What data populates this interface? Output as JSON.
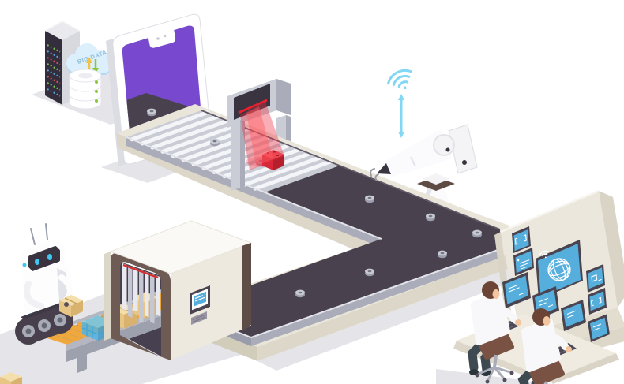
{
  "scene": {
    "title": "Automated smart warehouse isometric illustration",
    "cloud_label": "BIG DATA"
  },
  "colors": {
    "background": "#ffffff",
    "shadow": "#e4e4e9",
    "phone_body": "#ffffff",
    "phone_edge": "#dcdce3",
    "screen_purple": "#7849ce",
    "belt_dark": "#49414e",
    "belt_edge": "#625a68",
    "metal_light": "#cacdd6",
    "metal_mid": "#aaadb9",
    "metal_dark": "#999caa",
    "rail_bright": "#e2e4ea",
    "roller_bed": "#c9cbd5",
    "roller_stripe": "#f4f5f8",
    "plinth_top": "#e9e5d9",
    "plinth_side": "#dcd7c8",
    "plinth_front": "#d2ccbb",
    "nut_top": "#c8cbd4",
    "nut_side": "#9b9eac",
    "nut_hole": "#757886",
    "laser_red": "#e3202e",
    "laser_beam": "rgba(235,45,60,0.38)",
    "laser_core": "rgba(255,90,100,0.45)",
    "box_red_top": "#f05560",
    "box_red_front": "#d62839",
    "box_red_side": "#b51e2b",
    "arm_white": "#fbfbfd",
    "arm_shade": "#e2e3ea",
    "arm_tip": "#3a3340",
    "base_brown": "#5e4b44",
    "plate_white": "#f4f4f6",
    "wifi_blue": "#82d7f4",
    "cloud_light": "#dceffc",
    "cloud_shade": "#afd9f2",
    "cloud_text": "#8fbedc",
    "server_dark": "#342d3c",
    "server_light": "#e9e9ee",
    "server_side": "#d8d8df",
    "led_green": "#7dc855",
    "led_blue": "#55a8e0",
    "led_red": "#e05555",
    "db_white": "#ffffff",
    "db_line": "#e4e4ec",
    "dot_green": "#8cc63f",
    "arrow_yellow": "#f2c245",
    "tunnel_body": "#ede9df",
    "tunnel_roof": "#faf9f5",
    "arch_brown": "#6e5b54",
    "arch_brown_dark": "#5e4d46",
    "interior_dark": "#474050",
    "curtain_light": "#e9eaef",
    "curtain_dark": "#c5c8d3",
    "led_strip_red": "#d8302f",
    "screen_blue": "#56aedd",
    "screen_frame": "#4a4450",
    "conv_frame": "#b4b7c2",
    "conv_frame_dark": "#9da0ad",
    "roller_orange": "#f0a83c",
    "box_tan_top": "#f4dfac",
    "box_tan_front": "#e7c584",
    "box_tan_side": "#d8b26e",
    "box_tape": "#c9a058",
    "crate_blue": "#6ec9ef",
    "crate_blue_dark": "#3da4d4",
    "robot_white": "#fdfdfe",
    "robot_visor": "#3a3340",
    "robot_cyan": "#3ec8f0",
    "track_dark": "#473f4b",
    "wheel_gray": "#a8abb6",
    "wheel_hub": "#646774",
    "console_face": "#ebe7dc",
    "console_side": "#d9d4c5",
    "console_panel": "#e2ddcf",
    "desk_top": "#efebe0",
    "desk_front": "#dcd7c8",
    "kbd_dark": "#4e4956",
    "skin": "#f2c6a0",
    "hair_brown": "#6b4436",
    "shirt_white": "#f8f8fa",
    "pants_dark": "#3e4a52",
    "shoe_dark": "#2c353c",
    "stool_brown": "#7a5244",
    "stool_metal": "#a9acb8"
  },
  "icons": {
    "wifi_icon": "three arcs + dot",
    "globe_icon": "circle with meridians and parallels",
    "bracket_glyph": "[ ]",
    "arrow_up_down": "double-headed vertical arrow"
  },
  "elements": [
    {
      "name": "server-rack",
      "desc": "server cabinet with LED indicators"
    },
    {
      "name": "big-data-cloud",
      "desc": "cloud labelled BIG DATA"
    },
    {
      "name": "database-stack",
      "desc": "stacked database cylinders"
    },
    {
      "name": "smartphone-portal",
      "desc": "phone with conveyor emerging from screen"
    },
    {
      "name": "conveyor-belt",
      "desc": "L-shaped dark belt conveyor with bolts"
    },
    {
      "name": "laser-scanner-gate",
      "desc": "gantry scanner with red laser and scanned red box"
    },
    {
      "name": "robotic-arm",
      "desc": "white robotic arm with wifi signal"
    },
    {
      "name": "scanning-tunnel",
      "desc": "tunnel with strip curtain, monitor and vent"
    },
    {
      "name": "roller-conveyor",
      "desc": "orange roller conveyor with parcels"
    },
    {
      "name": "courier-robot",
      "desc": "tracked robot holding a cardboard box"
    },
    {
      "name": "control-console",
      "desc": "operator console wall with screens and globe display"
    },
    {
      "name": "operators",
      "desc": "two seated operators at keyboards"
    }
  ]
}
